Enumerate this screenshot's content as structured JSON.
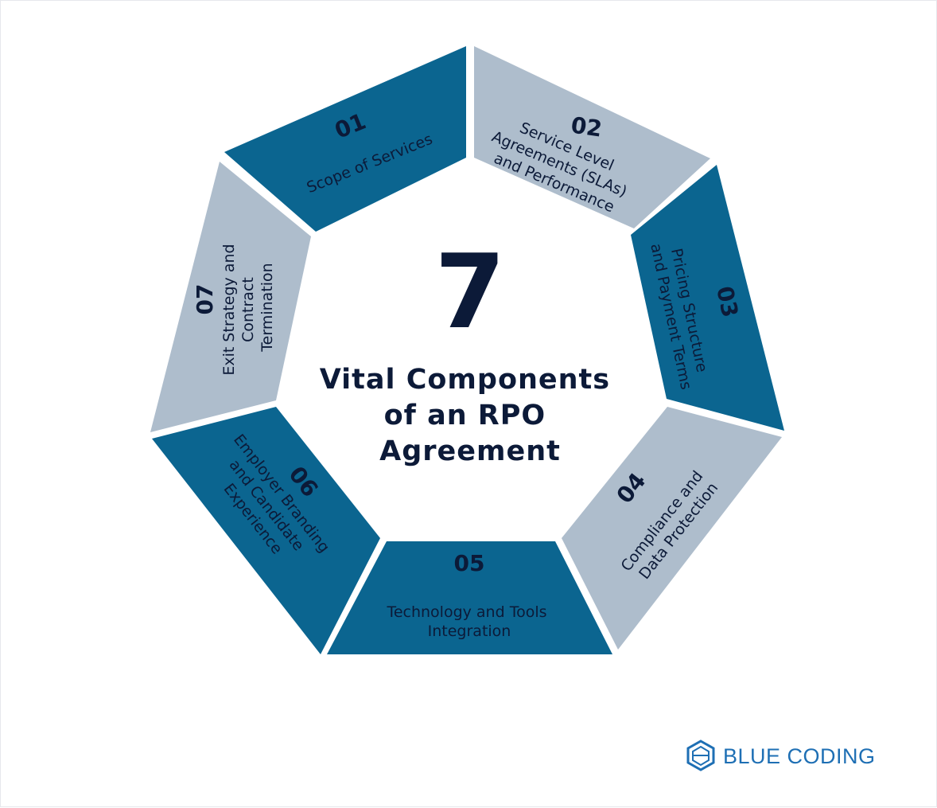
{
  "center": {
    "number": "7",
    "title_lines": [
      "Vital Components",
      "of an RPO",
      "Agreement"
    ]
  },
  "segments": [
    {
      "number": "01",
      "label_lines": [
        "Scope of Services"
      ]
    },
    {
      "number": "02",
      "label_lines": [
        "Service Level",
        "Agreements (SLAs)",
        "and Performance"
      ]
    },
    {
      "number": "03",
      "label_lines": [
        "Pricing Structure",
        "and Payment Terms"
      ]
    },
    {
      "number": "04",
      "label_lines": [
        "Compliance and",
        "Data Protection"
      ]
    },
    {
      "number": "05",
      "label_lines": [
        "Technology and Tools",
        "Integration"
      ]
    },
    {
      "number": "06",
      "label_lines": [
        "Employer Branding",
        "and Candidate",
        "Experience"
      ]
    },
    {
      "number": "07",
      "label_lines": [
        "Exit Strategy and",
        "Contract",
        "Termination"
      ]
    }
  ],
  "brand": {
    "name": "BLUE CODING",
    "icon": "hexagon-logo-icon"
  },
  "colors": {
    "dark": "#0b6590",
    "light": "#aebdcc",
    "text": "#0c1a38",
    "brand": "#1e6fb4"
  }
}
